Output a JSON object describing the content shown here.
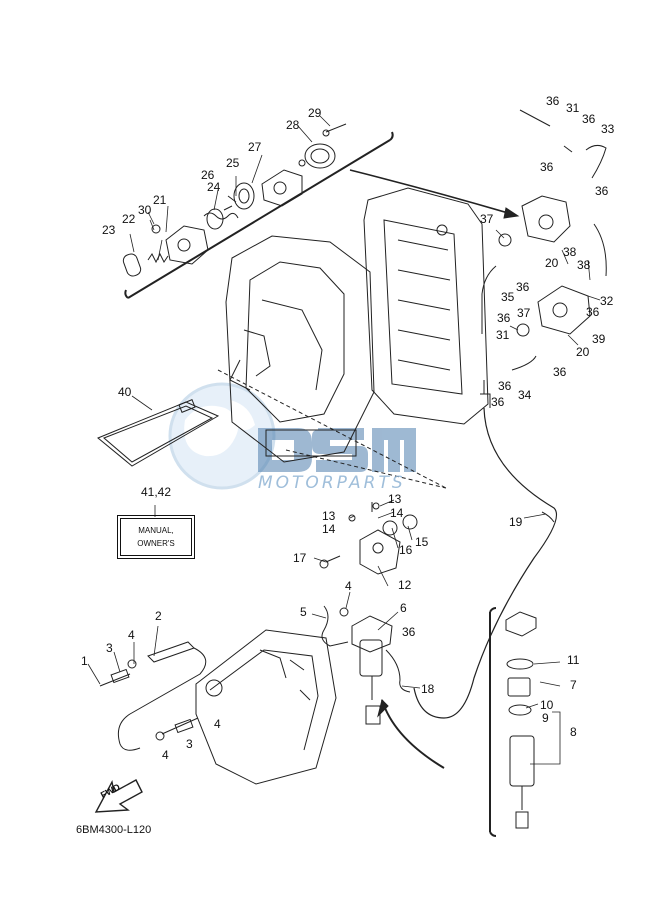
{
  "diagram": {
    "drawing_code": "6BM4300-L120",
    "watermark": {
      "brand": "DSM",
      "tagline": "MOTORPARTS"
    },
    "manual_label": {
      "line1": "MANUAL,",
      "line2": "OWNER'S"
    },
    "direction_label": "FWD",
    "callouts": {
      "c1": "1",
      "c2": "2",
      "c3a": "3",
      "c3b": "3",
      "c4a": "4",
      "c4b": "4",
      "c4c": "4",
      "c4d": "4",
      "c5": "5",
      "c6": "6",
      "c7": "7",
      "c8": "8",
      "c9": "9",
      "c10": "10",
      "c11": "11",
      "c12": "12",
      "c13a": "13",
      "c13b": "13",
      "c14a": "14",
      "c14b": "14",
      "c15": "15",
      "c16": "16",
      "c17": "17",
      "c18": "18",
      "c19": "19",
      "c20a": "20",
      "c20b": "20",
      "c21": "21",
      "c22": "22",
      "c23": "23",
      "c24": "24",
      "c25": "25",
      "c26": "26",
      "c27": "27",
      "c28": "28",
      "c29": "29",
      "c30": "30",
      "c31a": "31",
      "c31b": "31",
      "c32": "32",
      "c33": "33",
      "c34": "34",
      "c35": "35",
      "c36a": "36",
      "c36b": "36",
      "c36c": "36",
      "c36d": "36",
      "c36e": "36",
      "c36f": "36",
      "c36g": "36",
      "c36h": "36",
      "c36i": "36",
      "c36j": "36",
      "c37a": "37",
      "c37b": "37",
      "c38a": "38",
      "c38b": "38",
      "c39": "39",
      "c40": "40",
      "c4142": "41,42"
    }
  }
}
